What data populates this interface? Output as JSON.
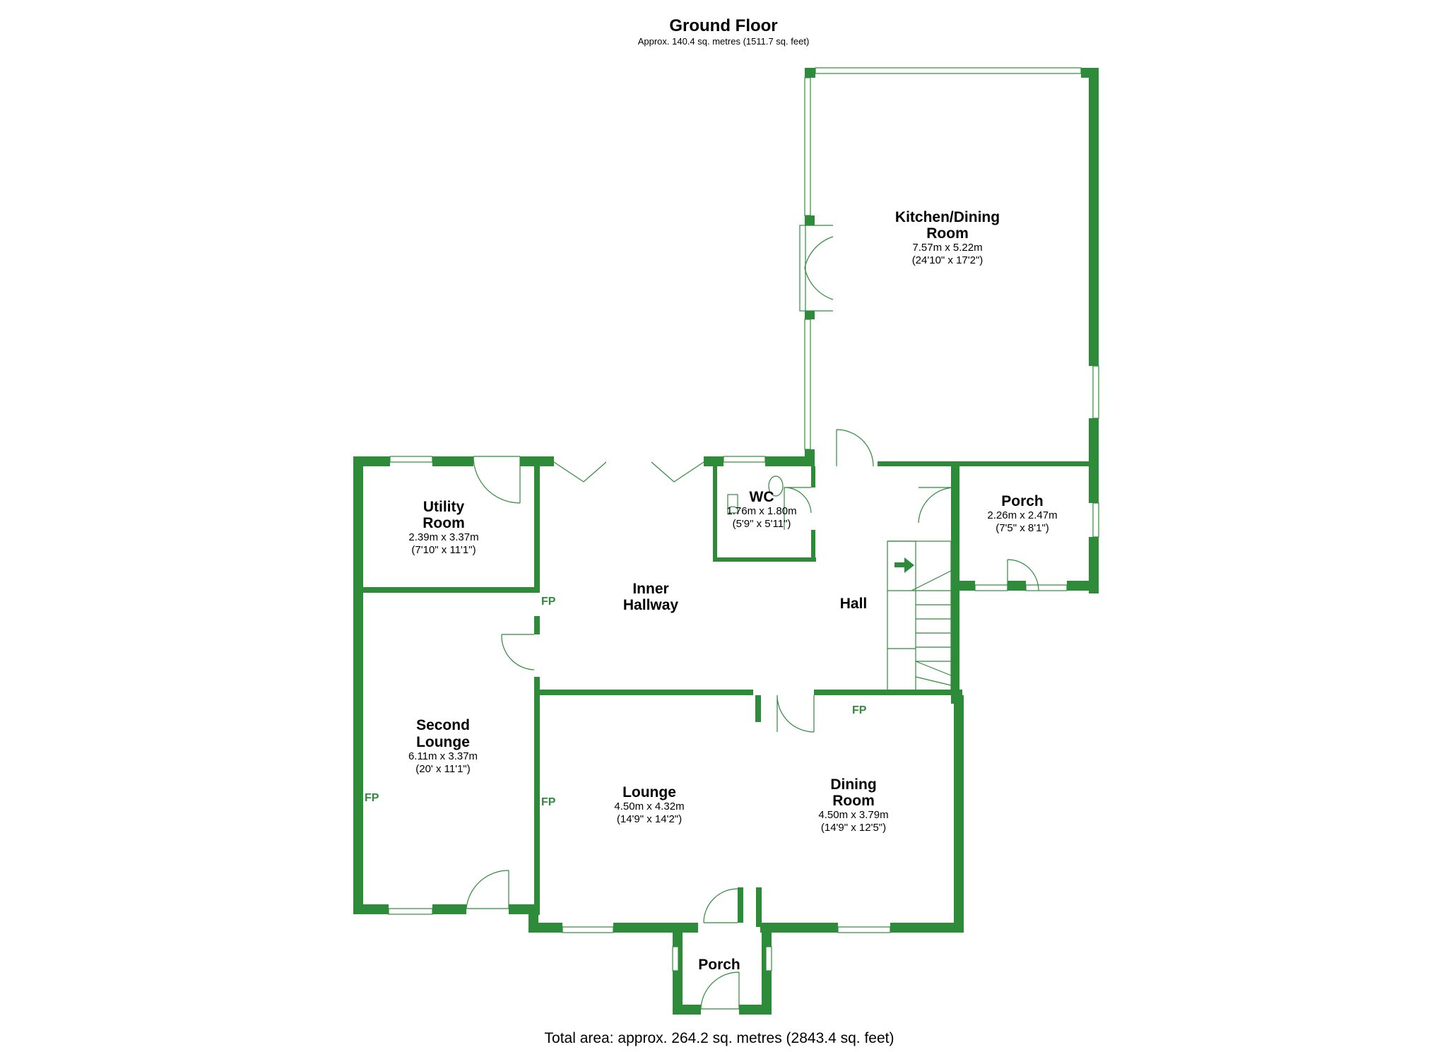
{
  "header": {
    "title": "Ground Floor",
    "subtitle": "Approx. 140.4 sq. metres (1511.7 sq. feet)"
  },
  "rooms": {
    "kitchen": {
      "name_line1": "Kitchen/Dining",
      "name_line2": "Room",
      "metric": "7.57m x 5.22m",
      "imperial": "(24'10\" x 17'2\")"
    },
    "utility": {
      "name_line1": "Utility",
      "name_line2": "Room",
      "metric": "2.39m x 3.37m",
      "imperial": "(7'10\" x 11'1\")"
    },
    "wc": {
      "name": "WC",
      "metric": "1.76m x 1.80m",
      "imperial": "(5'9\" x 5'11\")"
    },
    "porch_east": {
      "name": "Porch",
      "metric": "2.26m x 2.47m",
      "imperial": "(7'5\" x 8'1\")"
    },
    "inner_hallway": {
      "name_line1": "Inner",
      "name_line2": "Hallway"
    },
    "hall": {
      "name": "Hall"
    },
    "second_lounge": {
      "name_line1": "Second",
      "name_line2": "Lounge",
      "metric": "6.11m x 3.37m",
      "imperial": "(20' x 11'1\")"
    },
    "lounge": {
      "name": "Lounge",
      "metric": "4.50m x 4.32m",
      "imperial": "(14'9\" x 14'2\")"
    },
    "dining": {
      "name_line1": "Dining",
      "name_line2": "Room",
      "metric": "4.50m x 3.79m",
      "imperial": "(14'9\" x 12'5\")"
    },
    "porch_south": {
      "name": "Porch"
    }
  },
  "fireplace_label": "FP",
  "footer": {
    "total": "Total area: approx. 264.2 sq. metres (2843.4 sq. feet)"
  },
  "colors": {
    "wall": "#2e8b3a",
    "text": "#000000",
    "background": "#ffffff"
  }
}
